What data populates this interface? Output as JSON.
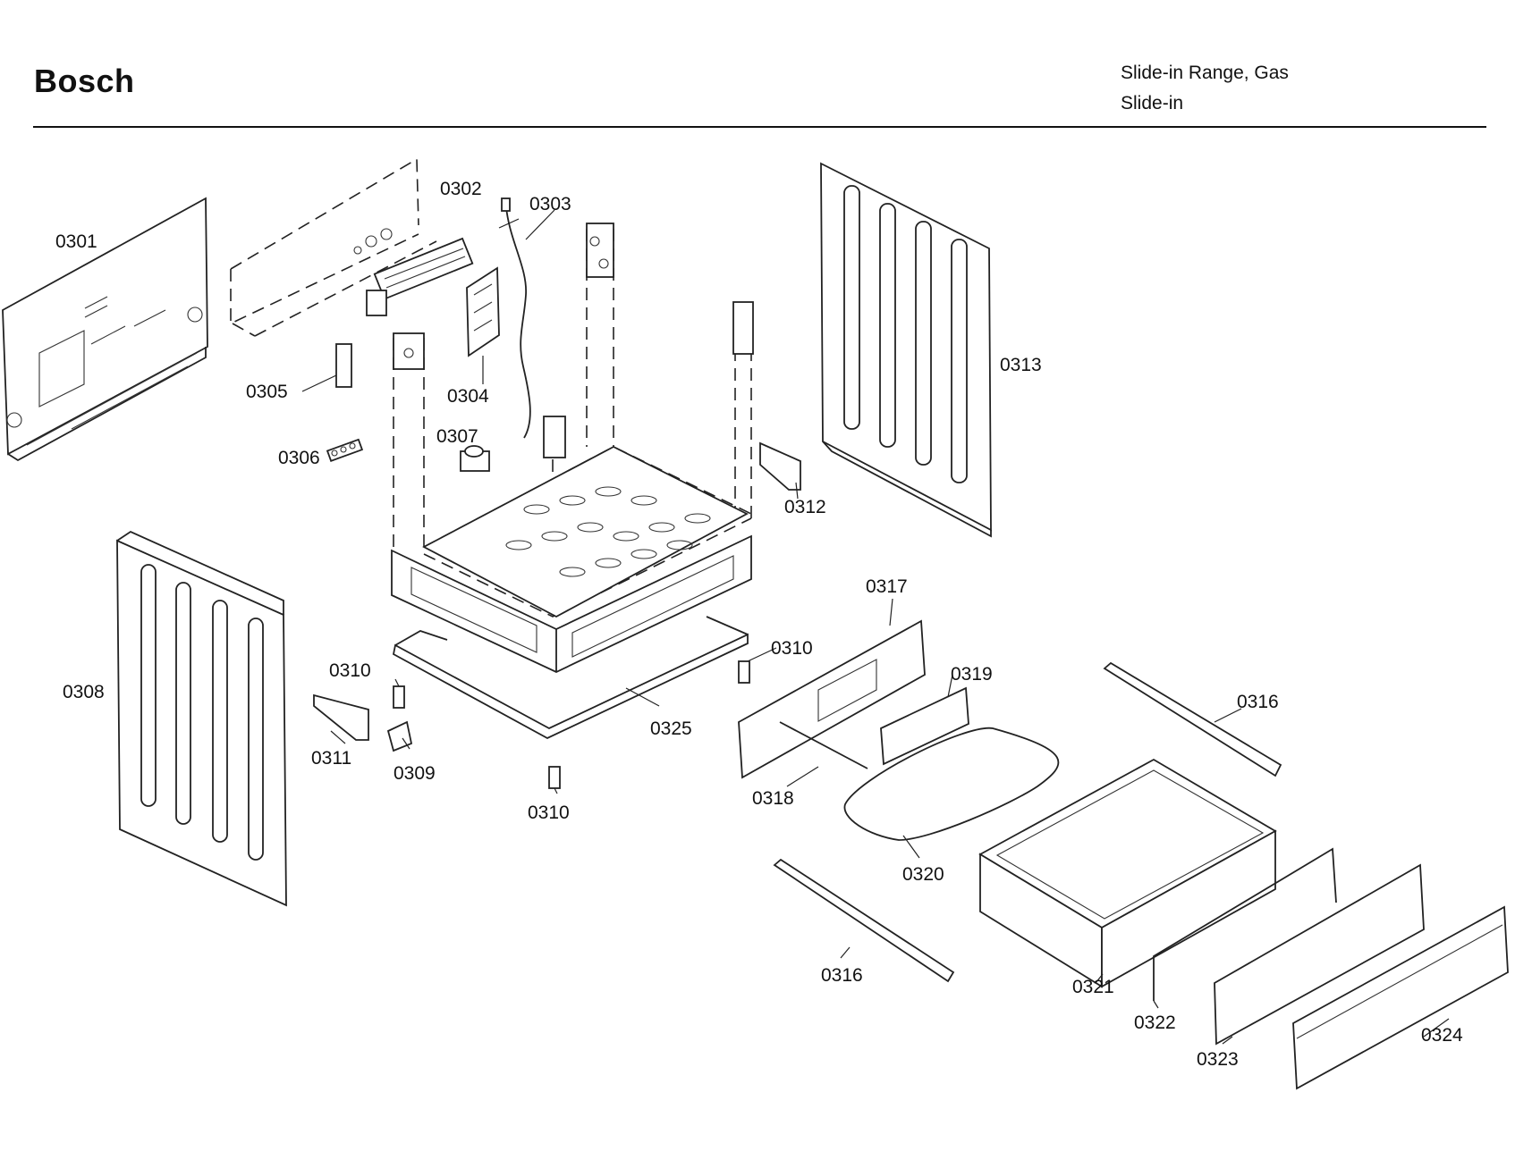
{
  "header": {
    "brand": "Bosch",
    "model_line1": "Slide-in Range, Gas",
    "model_line2": "Slide-in"
  },
  "callouts": {
    "p0301": "0301",
    "p0302": "0302",
    "p0303": "0303",
    "p0304": "0304",
    "p0305": "0305",
    "p0306": "0306",
    "p0307": "0307",
    "p0308": "0308",
    "p0309": "0309",
    "p0310a": "0310",
    "p0310b": "0310",
    "p0310c": "0310",
    "p0311": "0311",
    "p0312": "0312",
    "p0313": "0313",
    "p0316a": "0316",
    "p0316b": "0316",
    "p0317": "0317",
    "p0318": "0318",
    "p0319": "0319",
    "p0320": "0320",
    "p0321": "0321",
    "p0322": "0322",
    "p0323": "0323",
    "p0324": "0324",
    "p0325": "0325"
  }
}
